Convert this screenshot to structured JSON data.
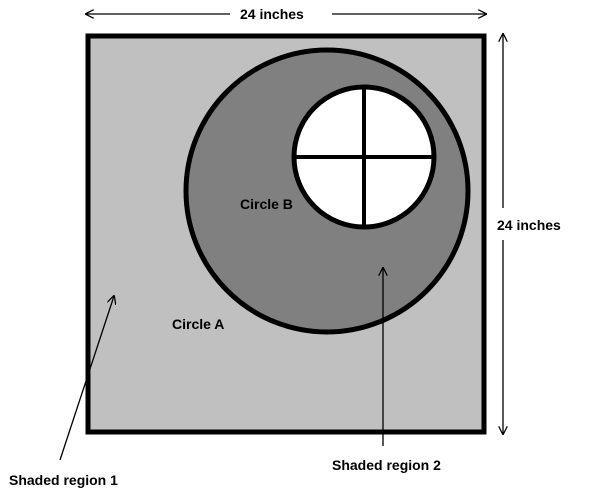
{
  "diagram": {
    "top_dimension": "24 inches",
    "side_dimension": "24 inches",
    "circle_a_label": "Circle A",
    "circle_b_label": "Circle B",
    "region_1_label": "Shaded region 1",
    "region_2_label": "Shaded region 2"
  },
  "colors": {
    "background": "#ffffff",
    "square_fill": "#c0c0c0",
    "circle_a_fill": "#808080",
    "circle_b_fill": "#ffffff",
    "stroke": "#000000"
  }
}
